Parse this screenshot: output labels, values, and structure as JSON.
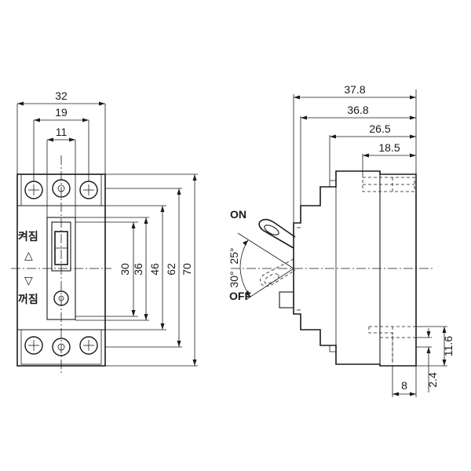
{
  "front_view": {
    "dims": {
      "width_total": "32",
      "width_outer_screws": "19",
      "width_handle": "11",
      "h30": "30",
      "h36": "36",
      "h46": "46",
      "h62": "62",
      "h70": "70"
    },
    "labels": {
      "on_korean": "켜짐",
      "on_symbol": "△",
      "off_symbol": "▽",
      "off_korean": "꺼짐"
    }
  },
  "side_view": {
    "dims": {
      "d378": "37.8",
      "d368": "36.8",
      "d265": "26.5",
      "d185": "18.5",
      "d116": "11.6",
      "d24": "2.4",
      "d8": "8"
    },
    "states": {
      "on": "ON",
      "off": "OFF"
    },
    "angles": {
      "on_angle": "25°",
      "off_angle": "30°"
    }
  }
}
